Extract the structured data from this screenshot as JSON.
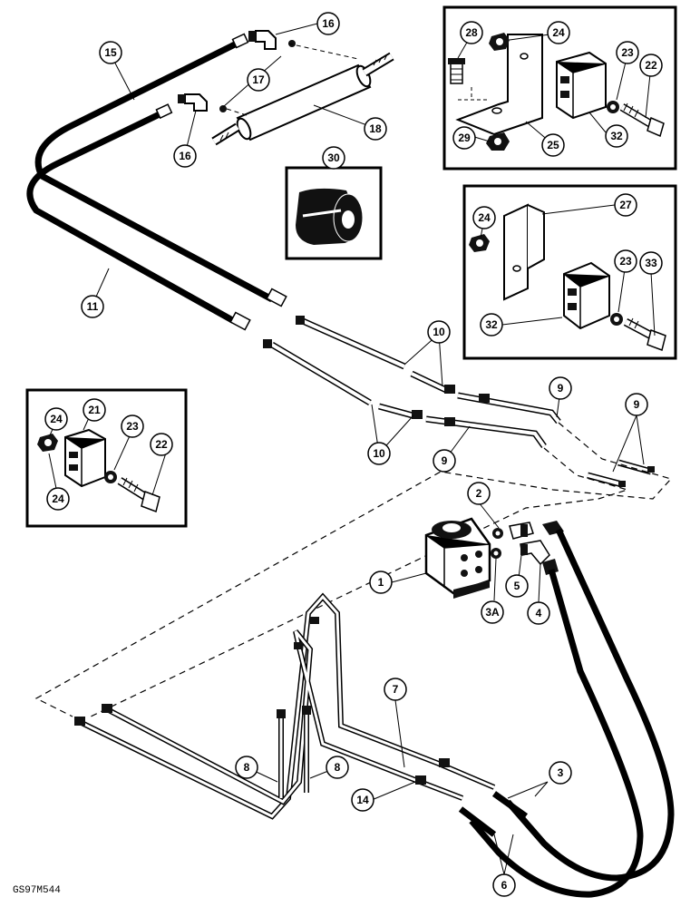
{
  "figure_code": "GS97M544",
  "callouts": [
    {
      "id": "c1",
      "label": "1"
    },
    {
      "id": "c2",
      "label": "2"
    },
    {
      "id": "c3",
      "label": "3"
    },
    {
      "id": "c3a",
      "label": "3A"
    },
    {
      "id": "c4",
      "label": "4"
    },
    {
      "id": "c5",
      "label": "5"
    },
    {
      "id": "c6",
      "label": "6"
    },
    {
      "id": "c7",
      "label": "7"
    },
    {
      "id": "c8a",
      "label": "8"
    },
    {
      "id": "c8b",
      "label": "8"
    },
    {
      "id": "c9a",
      "label": "9"
    },
    {
      "id": "c9b",
      "label": "9"
    },
    {
      "id": "c9c",
      "label": "9"
    },
    {
      "id": "c10a",
      "label": "10"
    },
    {
      "id": "c10b",
      "label": "10"
    },
    {
      "id": "c11",
      "label": "11"
    },
    {
      "id": "c14",
      "label": "14"
    },
    {
      "id": "c15",
      "label": "15"
    },
    {
      "id": "c16a",
      "label": "16"
    },
    {
      "id": "c16b",
      "label": "16"
    },
    {
      "id": "c17",
      "label": "17"
    },
    {
      "id": "c18",
      "label": "18"
    },
    {
      "id": "c21",
      "label": "21"
    },
    {
      "id": "c22a",
      "label": "22"
    },
    {
      "id": "c22b",
      "label": "22"
    },
    {
      "id": "c23a",
      "label": "23"
    },
    {
      "id": "c23b",
      "label": "23"
    },
    {
      "id": "c23c",
      "label": "23"
    },
    {
      "id": "c24a",
      "label": "24"
    },
    {
      "id": "c24b",
      "label": "24"
    },
    {
      "id": "c24c",
      "label": "24"
    },
    {
      "id": "c24d",
      "label": "24"
    },
    {
      "id": "c25",
      "label": "25"
    },
    {
      "id": "c27",
      "label": "27"
    },
    {
      "id": "c28",
      "label": "28"
    },
    {
      "id": "c29",
      "label": "29"
    },
    {
      "id": "c30",
      "label": "30"
    },
    {
      "id": "c32a",
      "label": "32"
    },
    {
      "id": "c32b",
      "label": "32"
    },
    {
      "id": "c33",
      "label": "33"
    }
  ]
}
